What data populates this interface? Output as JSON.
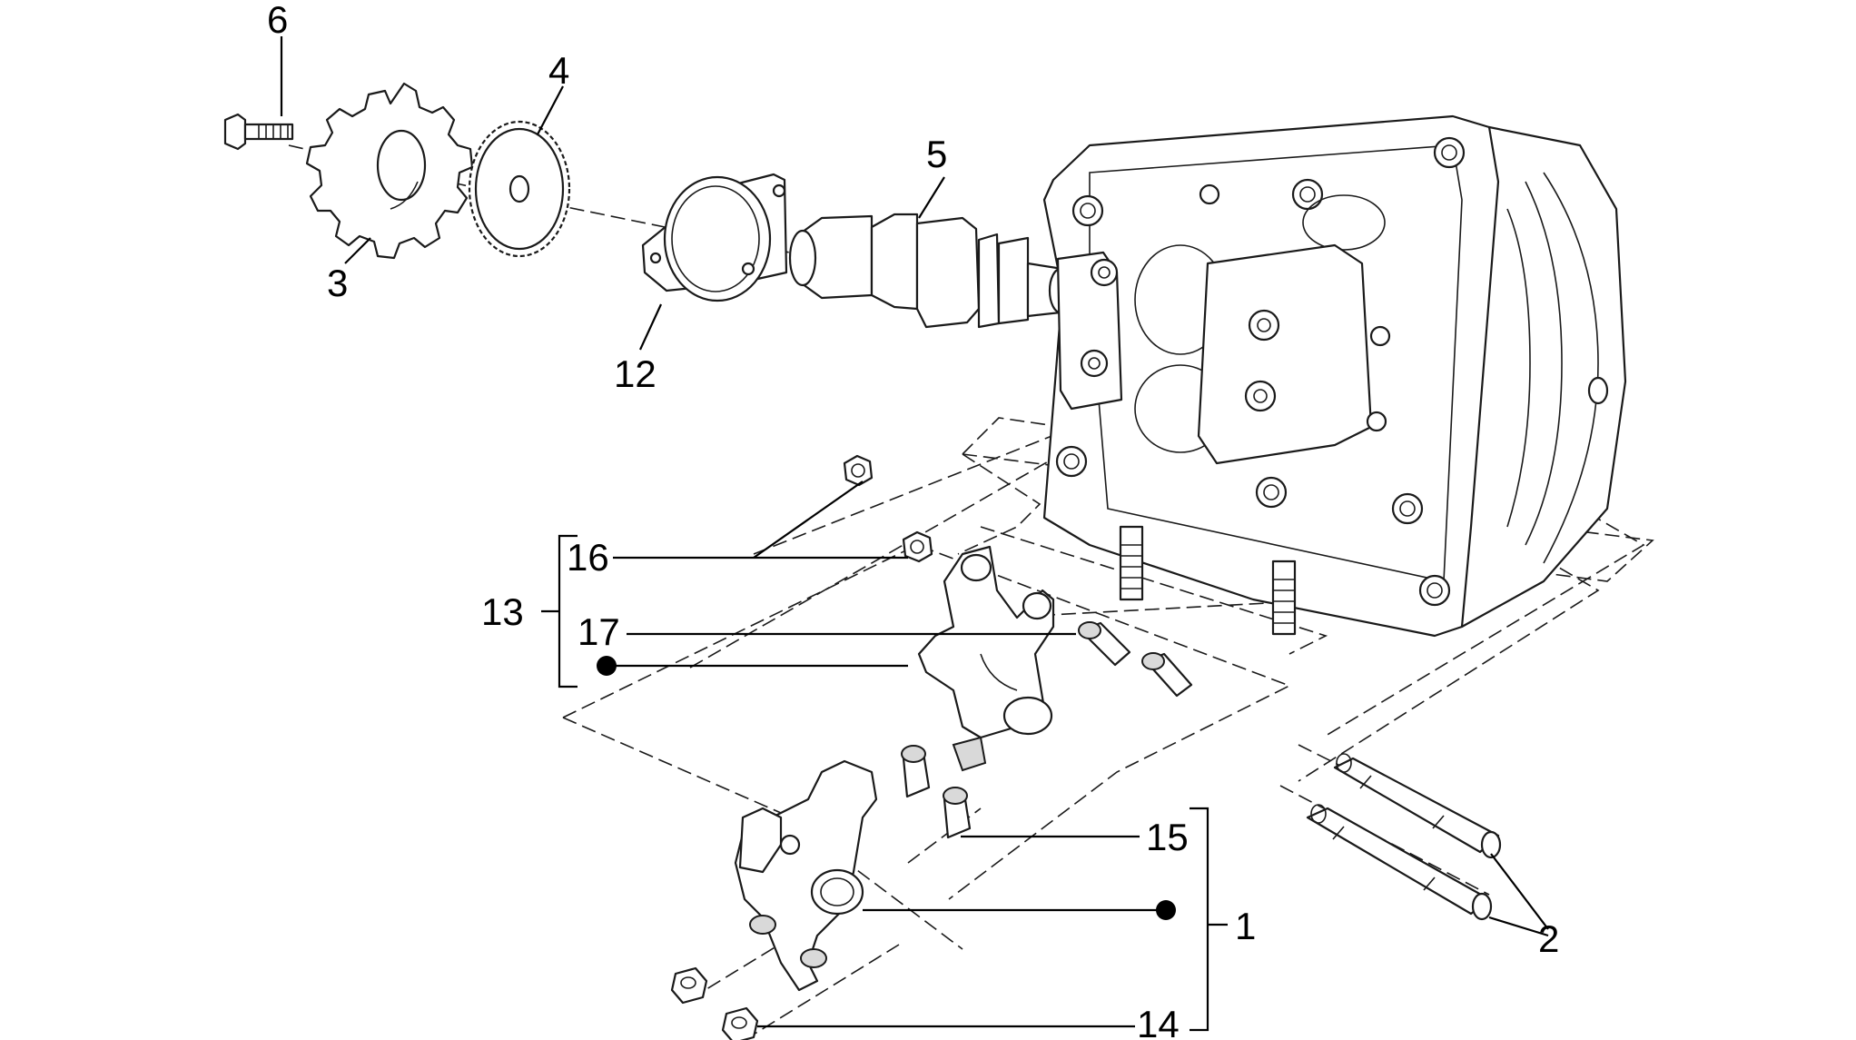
{
  "callouts": {
    "c1": "1",
    "c2": "2",
    "c3": "3",
    "c4": "4",
    "c5": "5",
    "c6": "6",
    "c12": "12",
    "c13": "13",
    "c14": "14",
    "c15": "15",
    "c16": "16",
    "c17": "17"
  },
  "colors": {
    "ink": "#1a1a1a",
    "background": "#ffffff",
    "shade": "#d9d9d9"
  }
}
